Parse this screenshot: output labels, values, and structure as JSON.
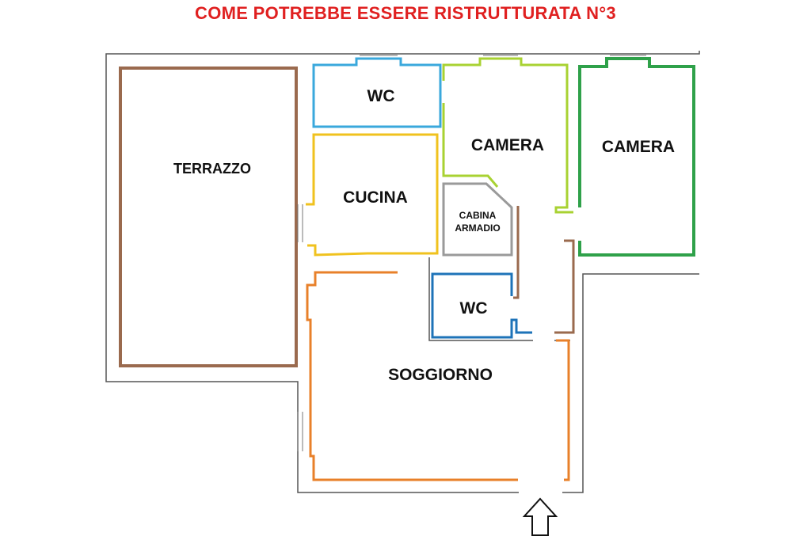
{
  "title": "COME POTREBBE ESSERE RISTRUTTURATA N°3",
  "rooms": {
    "terrazzo": "TERRAZZO",
    "wc_top": "WC",
    "camera_1": "CAMERA",
    "camera_2": "CAMERA",
    "cucina": "CUCINA",
    "cabina_line1": "CABINA",
    "cabina_line2": "ARMADIO",
    "wc_bottom": "WC",
    "soggiorno": "SOGGIORNO"
  },
  "colors": {
    "title": "#e02020",
    "terrazzo": "#9a6a4e",
    "wc_top": "#3aa8dc",
    "camera_1": "#a8d232",
    "camera_2": "#2fa14a",
    "cucina": "#f0c21e",
    "cabina": "#9a9a9a",
    "wc_bottom": "#1e73b8",
    "soggiorno": "#e8802a",
    "walls": "#555555"
  },
  "entrance_icon": "up-arrow-icon"
}
